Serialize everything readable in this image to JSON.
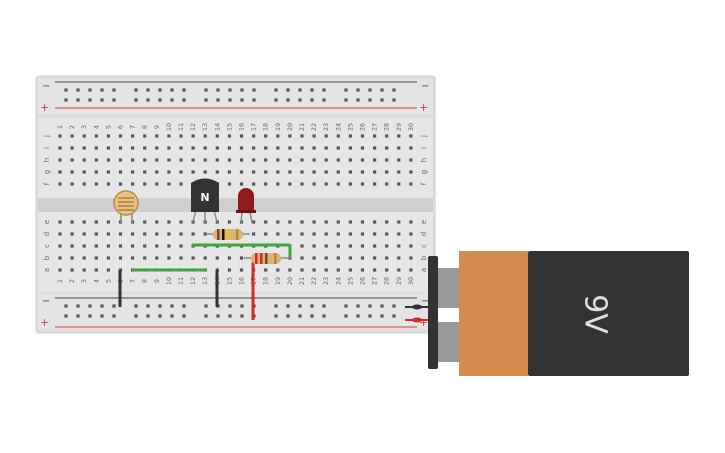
{
  "breadboard": {
    "columns": [
      1,
      2,
      3,
      4,
      5,
      6,
      7,
      8,
      9,
      10,
      11,
      12,
      13,
      14,
      15,
      16,
      17,
      18,
      19,
      20,
      21,
      22,
      23,
      24,
      25,
      26,
      27,
      28,
      29,
      30
    ],
    "top_row_labels": [
      "j",
      "i",
      "h",
      "g",
      "f"
    ],
    "bottom_row_labels": [
      "e",
      "d",
      "c",
      "b",
      "a"
    ],
    "rail_minus_label": "−",
    "rail_plus_label": "+"
  },
  "components": {
    "transistor_label": "N",
    "battery_label": "9V"
  },
  "colors": {
    "board": "#dadada",
    "rail_blue_black": "#444444",
    "rail_red": "#d43b3b",
    "wire_green": "#41a63f",
    "wire_black": "#333333",
    "wire_red": "#d22a2a",
    "led_red": "#8e1c1c",
    "battery_body": "#333333",
    "battery_cap": "#d38b4e"
  }
}
